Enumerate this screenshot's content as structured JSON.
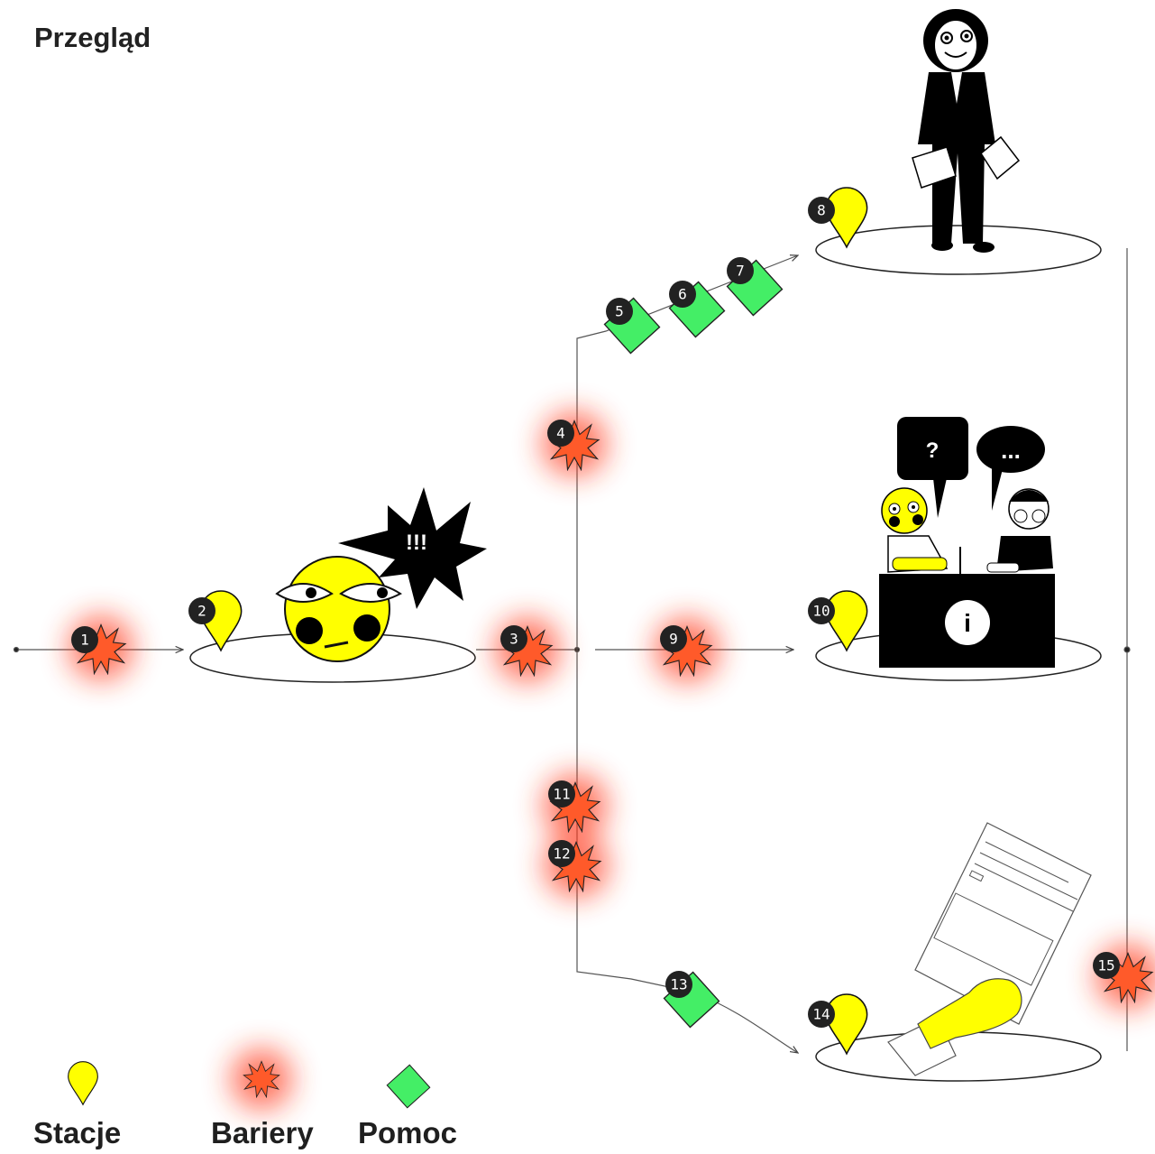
{
  "title": "Przegląd",
  "legend": {
    "stations_label": "Stacje",
    "barriers_label": "Bariery",
    "help_label": "Pomoc"
  },
  "markers": {
    "m1": "1",
    "m2": "2",
    "m3": "3",
    "m4": "4",
    "m5": "5",
    "m6": "6",
    "m7": "7",
    "m8": "8",
    "m9": "9",
    "m10": "10",
    "m11": "11",
    "m12": "12",
    "m13": "13",
    "m14": "14",
    "m15": "15"
  },
  "bubbles": {
    "exclamation": "!!!",
    "question": "?",
    "ellipsis": "...",
    "info": "i"
  },
  "colors": {
    "station": "#ffff00",
    "barrier": "#ff5a2a",
    "barrier_glow": "#ff3b1f",
    "help": "#44ee66",
    "number_badge": "#222222"
  }
}
